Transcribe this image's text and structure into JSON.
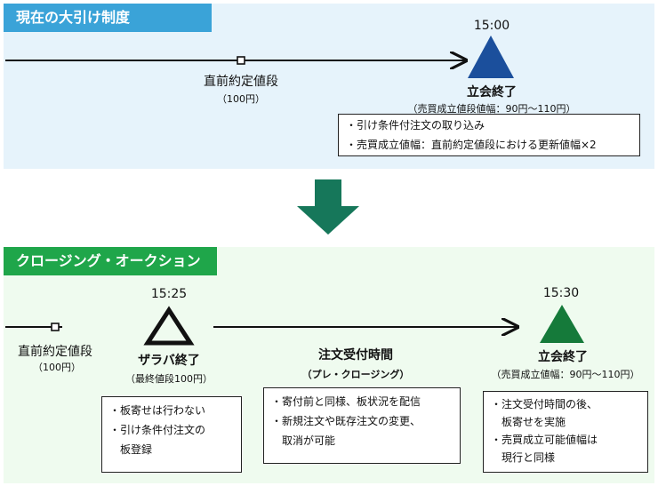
{
  "current": {
    "title": "現在の大引け制度",
    "time": "15:00",
    "point_label": "直前約定値段",
    "point_value": "（100円）",
    "close_label": "立会終了",
    "close_range": "（売買成立値段値幅：90円〜110円）",
    "notes": [
      "・引け条件付注文の取り込み",
      "・売買成立値幅：直前約定値段における更新値幅×2"
    ]
  },
  "closing_auction": {
    "title": "クロージング・オークション",
    "point_label": "直前約定値段",
    "point_value": "（100円）",
    "zaraba_time": "15:25",
    "zaraba_label": "ザラバ終了",
    "zaraba_price": "（最終値段100円）",
    "zaraba_notes": [
      "・板寄せは行わない",
      "・引け条件付注文の",
      "　板登録"
    ],
    "order_label": "注文受付時間",
    "order_sub": "（プレ・クロージング）",
    "order_notes": [
      "・寄付前と同様、板状況を配信",
      "・新規注文や既存注文の変更、",
      "　取消が可能"
    ],
    "close_time": "15:30",
    "close_label": "立会終了",
    "close_range": "（売買成立値幅：90円〜110円）",
    "close_notes": [
      "・注文受付時間の後、",
      "　板寄せを実施",
      "・売買成立可能値幅は",
      "　現行と同様"
    ]
  },
  "colors": {
    "top_tag": "#3aa3d8",
    "top_panel": "#e6f3fb",
    "bottom_tag": "#1fa64a",
    "bottom_panel": "#effbef",
    "top_triangle": "#1b4f9c",
    "bottom_triangle": "#157a3a",
    "down_arrow": "#16775a"
  }
}
